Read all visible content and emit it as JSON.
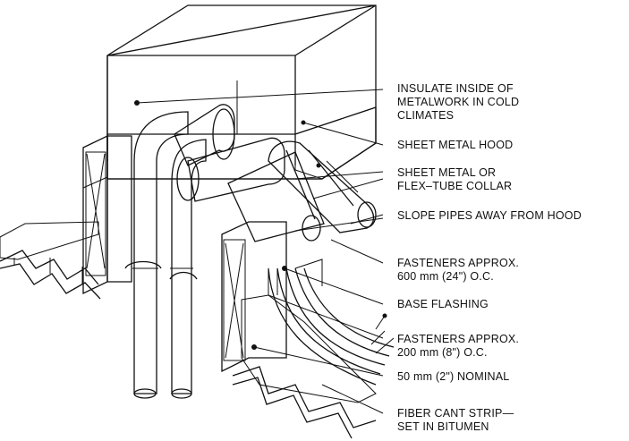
{
  "labels": {
    "insulate": [
      "INSULATE INSIDE OF",
      "METALWORK IN COLD",
      "CLIMATES"
    ],
    "hood": [
      "SHEET METAL HOOD"
    ],
    "collar": [
      "SHEET METAL OR",
      "FLEX–TUBE COLLAR"
    ],
    "slope": [
      "SLOPE PIPES AWAY FROM HOOD"
    ],
    "fasteners_600": [
      "FASTENERS APPROX.",
      "600 mm (24\") O.C."
    ],
    "base_flashing": [
      "BASE FLASHING"
    ],
    "fasteners_200": [
      "FASTENERS APPROX.",
      "200 mm (8\") O.C."
    ],
    "nominal": [
      "50 mm (2\") NOMINAL"
    ],
    "cant_strip": [
      "FIBER CANT STRIP—",
      "SET IN BITUMEN"
    ]
  },
  "colors": {
    "ink": "#111111",
    "paper": "#ffffff"
  }
}
